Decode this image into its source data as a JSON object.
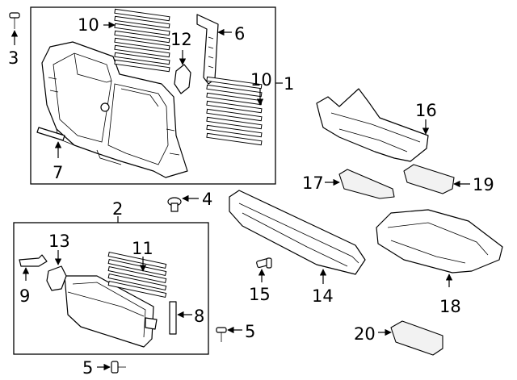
{
  "diagram": {
    "callouts": {
      "c1": "1",
      "c2": "2",
      "c3": "3",
      "c4": "4",
      "c5a": "5",
      "c5b": "5",
      "c6": "6",
      "c7": "7",
      "c8": "8",
      "c9": "9",
      "c10a": "10",
      "c10b": "10",
      "c11": "11",
      "c12": "12",
      "c13": "13",
      "c14": "14",
      "c15": "15",
      "c16": "16",
      "c17": "17",
      "c18": "18",
      "c19": "19",
      "c20": "20"
    },
    "colors": {
      "line": "#000000",
      "background": "#ffffff",
      "shade": "#f2f2f2"
    }
  }
}
